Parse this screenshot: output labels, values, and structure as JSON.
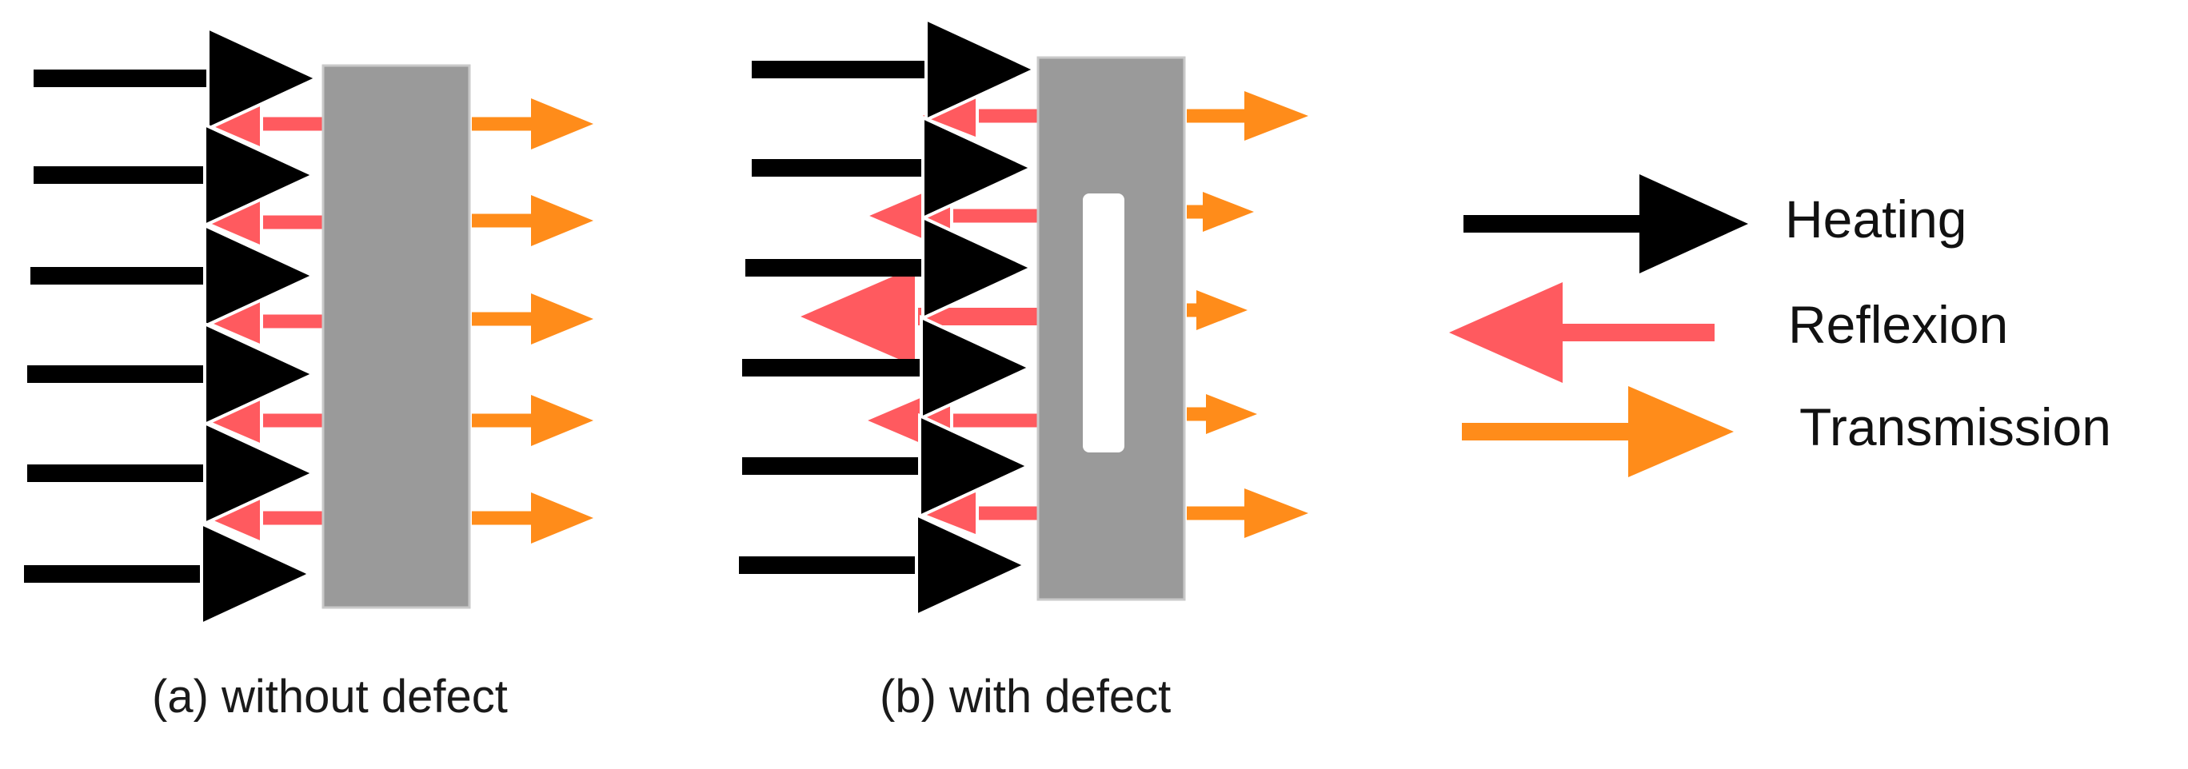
{
  "colors": {
    "heating": "#000000",
    "reflexion": "#ff5a5f",
    "transmission": "#ff8c1a",
    "slab": "#9a9a9a",
    "defect": "#ffffff"
  },
  "panels": {
    "a": {
      "caption": "(a) without defect",
      "has_defect": false
    },
    "b": {
      "caption": "(b) with defect",
      "has_defect": true
    }
  },
  "legend": {
    "heating": {
      "label": "Heating",
      "icon": "arrow-right-icon"
    },
    "reflexion": {
      "label": "Reflexion",
      "icon": "arrow-left-icon"
    },
    "transmission": {
      "label": "Transmission",
      "icon": "arrow-right-icon"
    }
  }
}
